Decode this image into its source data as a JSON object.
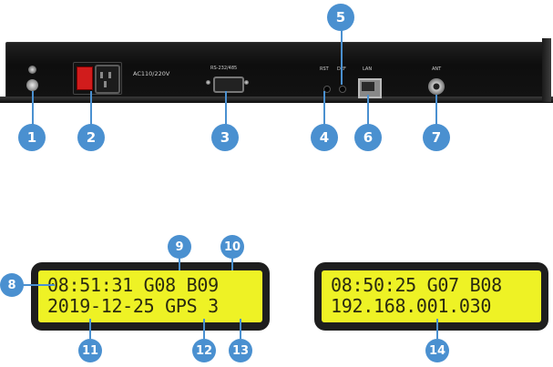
{
  "device_labels": {
    "power_input": "AC110/220V",
    "serial_port": "RS-232/485",
    "reset_button": "RST",
    "default_button": "DEF",
    "network_port": "LAN",
    "antenna_port": "ANT"
  },
  "callouts": {
    "c1": "1",
    "c2": "2",
    "c3": "3",
    "c4": "4",
    "c5": "5",
    "c6": "6",
    "c7": "7",
    "c8": "8",
    "c9": "9",
    "c10": "10",
    "c11": "11",
    "c12": "12",
    "c13": "13",
    "c14": "14"
  },
  "lcd_left": {
    "line1": "08:51:31 G08 B09",
    "line2": "2019-12-25 GPS 3"
  },
  "lcd_right": {
    "line1": "08:50:25 G07 B08",
    "line2": "192.168.001.030"
  },
  "colors": {
    "callout": "#4a90d0",
    "lcd_screen": "#eef225",
    "panel": "#141414"
  }
}
